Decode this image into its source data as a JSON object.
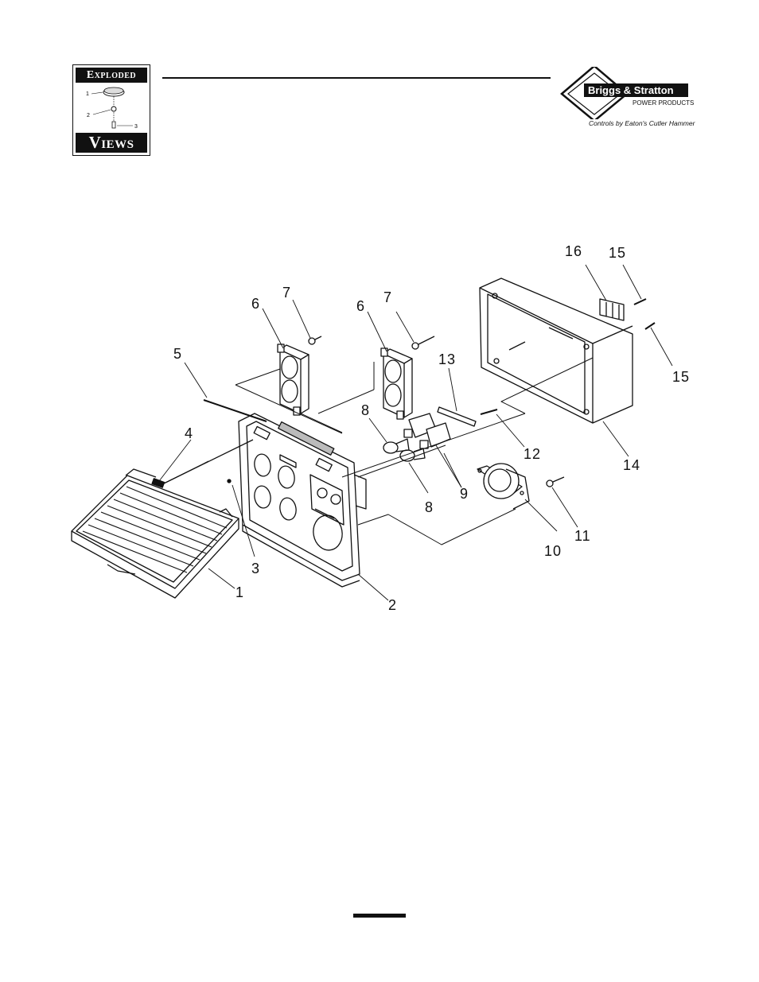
{
  "badge": {
    "top_word": "Exploded",
    "bottom_word": "Views",
    "labels": [
      "1",
      "2",
      "3"
    ]
  },
  "logo": {
    "brand": "Briggs & Stratton",
    "line2": "POWER PRODUCTS",
    "tagline": "Controls by Eaton's Cutler Hammer"
  },
  "callouts": [
    "1",
    "2",
    "3",
    "4",
    "5",
    "6",
    "6",
    "7",
    "7",
    "8",
    "8",
    "9",
    "10",
    "11",
    "12",
    "13",
    "14",
    "15",
    "15",
    "16"
  ]
}
